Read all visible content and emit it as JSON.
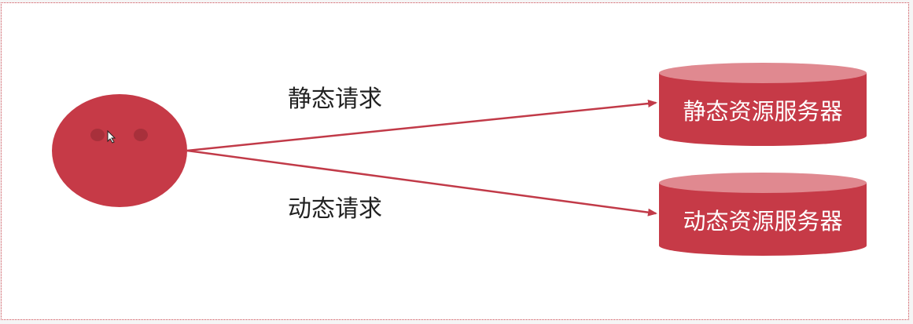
{
  "diagram": {
    "edges": [
      {
        "label": "静态请求"
      },
      {
        "label": "动态请求"
      }
    ],
    "servers": [
      {
        "label": "静态资源服务器"
      },
      {
        "label": "动态资源服务器"
      }
    ],
    "colors": {
      "primary": "#c63a47",
      "cylinder_top": "#e08990",
      "arrow": "#c13a48",
      "eye": "#a8303b",
      "text_dark": "#222222",
      "text_light": "#ffffff"
    }
  }
}
